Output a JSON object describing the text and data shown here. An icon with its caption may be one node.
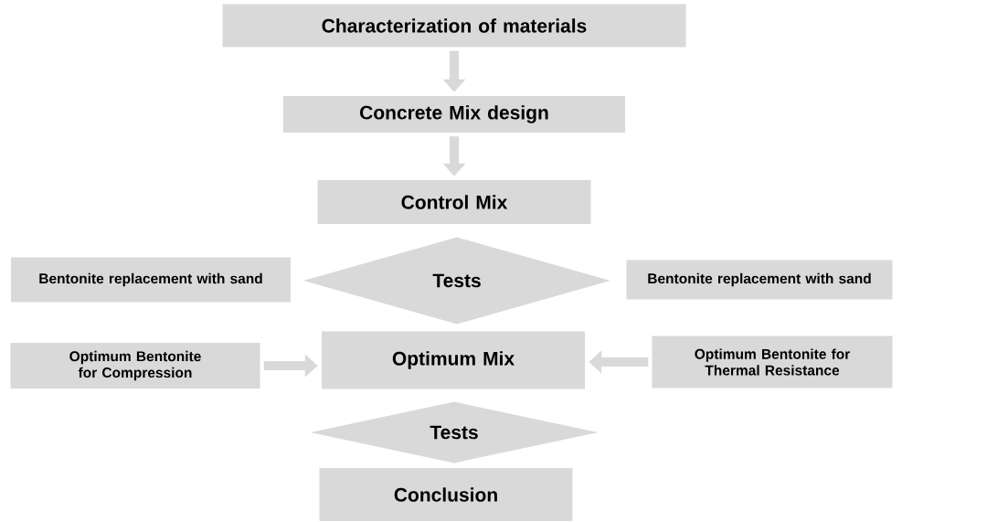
{
  "diagram": {
    "nodes": [
      {
        "text": [
          "Characterization of materials"
        ]
      },
      {
        "text": [
          "Concrete Mix design"
        ]
      },
      {
        "text": [
          "Control Mix"
        ]
      },
      {
        "text": [
          "Bentonite replacement with sand"
        ]
      },
      {
        "text": [
          "Tests"
        ]
      },
      {
        "text": [
          "Bentonite replacement with sand"
        ]
      },
      {
        "text": [
          "Optimum Bentonite for Compression"
        ]
      },
      {
        "text": [
          "Optimum Mix"
        ]
      },
      {
        "text": [
          "Optimum Bentonite for Thermal Resistance"
        ]
      },
      {
        "text": [
          "Tests"
        ]
      },
      {
        "text": [
          "Conclusion"
        ]
      }
    ],
    "edges": [
      {
        "from": 0,
        "to": 1,
        "arrow": "to"
      },
      {
        "from": 1,
        "to": 2,
        "arrow": "to"
      },
      {
        "from": 6,
        "to": 7,
        "arrow": "to"
      },
      {
        "from": 8,
        "to": 7,
        "arrow": "to"
      }
    ]
  }
}
